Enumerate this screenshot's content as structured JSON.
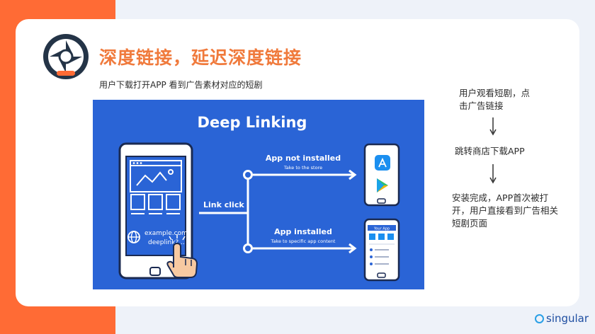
{
  "slide": {
    "title": "深度链接，延迟深度链接",
    "subtitle": "用户下载打开APP 看到广告素材对应的短剧"
  },
  "diagram": {
    "heading": "Deep Linking",
    "url_line1": "example.com/",
    "url_line2": "deeplink?...",
    "link_click": "Link click",
    "top_title": "App not installed",
    "top_sub": "Take to the store",
    "bottom_title": "App installed",
    "bottom_sub": "Take to specific app content",
    "phone_app_label": "Your App",
    "colors": {
      "background": "#2a64d6",
      "accent": "#f07a3c"
    }
  },
  "flow": {
    "steps": [
      "用户观看短剧，点击广告链接",
      "跳转商店下载APP",
      "安装完成，APP首次被打开，用户直接看到广告相关短剧页面"
    ]
  },
  "brand": {
    "name": "singular"
  }
}
